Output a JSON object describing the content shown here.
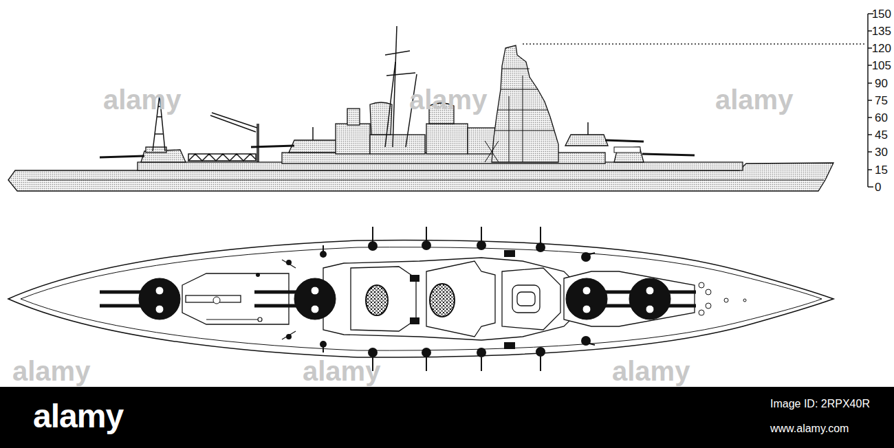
{
  "diagram": {
    "labels": [
      "150",
      "135",
      "120",
      "105",
      "90",
      "75",
      "60",
      "45",
      "30",
      "15",
      "0",
      "alamy",
      "alamy",
      "alamy",
      "alamy",
      "alamy",
      "alamy",
      "alamy",
      "Image ID: 2RPX40R",
      "www.alamy.com"
    ]
  }
}
